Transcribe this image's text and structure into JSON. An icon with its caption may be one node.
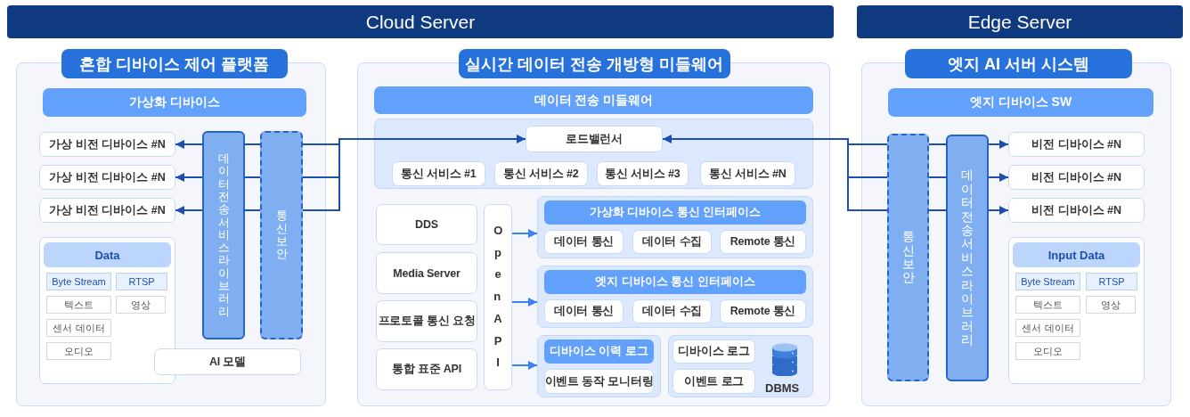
{
  "diagram": {
    "nodes": [
      {
        "text": [
          "Cloud Server"
        ]
      },
      {
        "text": [
          "Edge Server"
        ]
      },
      {
        "text": [
          "혼합 디바이스 제어 플랫폼"
        ]
      },
      {
        "text": [
          "가상화 디바이스"
        ],
        "in": 2
      },
      {
        "text": [
          "가상 비전 디바이스 #N"
        ],
        "in": 2
      },
      {
        "text": [
          "가상 비전 디바이스 #N"
        ],
        "in": 2
      },
      {
        "text": [
          "가상 비전 디바이스 #N"
        ],
        "in": 2
      },
      {
        "text": [
          "데이터전송 서비스 라이브러리"
        ],
        "in": 2
      },
      {
        "text": [
          "통신보안"
        ],
        "in": 2
      },
      {
        "text": [
          "Data"
        ],
        "in": 2
      },
      {
        "text": [
          "Byte Stream"
        ],
        "in": 9
      },
      {
        "text": [
          "RTSP"
        ],
        "in": 9
      },
      {
        "text": [
          "텍스트"
        ],
        "in": 9
      },
      {
        "text": [
          "영상"
        ],
        "in": 9
      },
      {
        "text": [
          "센서 데이터"
        ],
        "in": 9
      },
      {
        "text": [
          "오디오"
        ],
        "in": 9
      },
      {
        "text": [
          "AI 모델"
        ],
        "in": 2
      },
      {
        "text": [
          "실시간 데이터 전송 개방형 미들웨어"
        ]
      },
      {
        "text": [
          "데이터 전송 미들웨어"
        ],
        "in": 17
      },
      {
        "text": [],
        "shape": "box",
        "in": 17
      },
      {
        "text": [
          "로드밸런서"
        ],
        "in": 19
      },
      {
        "text": [
          "통신 서비스 #1"
        ],
        "in": 19
      },
      {
        "text": [
          "통신 서비스 #2"
        ],
        "in": 19
      },
      {
        "text": [
          "통신 서비스 #3"
        ],
        "in": 19
      },
      {
        "text": [
          "통신 서비스 #N"
        ],
        "in": 19
      },
      {
        "text": [
          "DDS"
        ],
        "in": 17
      },
      {
        "text": [
          "Media Server"
        ],
        "in": 17
      },
      {
        "text": [
          "프로토콜 통신 요청"
        ],
        "in": 17
      },
      {
        "text": [
          "통합 표준 API"
        ],
        "in": 17
      },
      {
        "text": [
          "Open API"
        ],
        "in": 17
      },
      {
        "text": [
          "가상화 디바이스 통신 인터페이스"
        ],
        "in": 17
      },
      {
        "text": [
          "데이터 통신"
        ],
        "in": 30
      },
      {
        "text": [
          "데이터 수집"
        ],
        "in": 30
      },
      {
        "text": [
          "Remote 통신"
        ],
        "in": 30
      },
      {
        "text": [
          "엣지 디바이스 통신 인터페이스"
        ],
        "in": 17
      },
      {
        "text": [
          "데이터 통신"
        ],
        "in": 34
      },
      {
        "text": [
          "데이터 수집"
        ],
        "in": 34
      },
      {
        "text": [
          "Remote 통신"
        ],
        "in": 34
      },
      {
        "text": [
          "디바이스 이력 로그"
        ],
        "in": 17
      },
      {
        "text": [
          "이벤트 동작 모니터링"
        ],
        "in": 38
      },
      {
        "text": [
          "DBMS"
        ],
        "in": 17
      },
      {
        "text": [
          "디바이스 로그"
        ],
        "in": 40
      },
      {
        "text": [
          "이벤트 로그"
        ],
        "in": 40
      },
      {
        "text": [
          "엣지 AI 서버 시스템"
        ]
      },
      {
        "text": [
          "엣지 디바이스 SW"
        ],
        "in": 43
      },
      {
        "text": [
          "통신보안"
        ],
        "in": 43
      },
      {
        "text": [
          "데이터전송 서비스 라이브러리"
        ],
        "in": 43
      },
      {
        "text": [
          "비전 디바이스 #N"
        ],
        "in": 43
      },
      {
        "text": [
          "비전 디바이스 #N"
        ],
        "in": 43
      },
      {
        "text": [
          "비전 디바이스 #N"
        ],
        "in": 43
      },
      {
        "text": [
          "Input Data"
        ],
        "in": 43
      },
      {
        "text": [
          "Byte Stream"
        ],
        "in": 50
      },
      {
        "text": [
          "RTSP"
        ],
        "in": 50
      },
      {
        "text": [
          "텍스트"
        ],
        "in": 50
      },
      {
        "text": [
          "영상"
        ],
        "in": 50
      },
      {
        "text": [
          "센서 데이터"
        ],
        "in": 50
      },
      {
        "text": [
          "오디오"
        ],
        "in": 50
      }
    ],
    "edges": [
      {
        "from": 8,
        "to": 20,
        "arrow": "to"
      },
      {
        "from": 7,
        "to": 4,
        "arrow": "to"
      },
      {
        "from": 7,
        "to": 5,
        "arrow": "to"
      },
      {
        "from": 7,
        "to": 6,
        "arrow": "to"
      },
      {
        "from": 8,
        "to": 7,
        "arrow": "none"
      },
      {
        "from": 8,
        "to": 7,
        "arrow": "none"
      },
      {
        "from": 8,
        "to": 7,
        "arrow": "none"
      },
      {
        "from": 45,
        "to": 20,
        "arrow": "to"
      },
      {
        "from": 45,
        "to": 46,
        "arrow": "none"
      },
      {
        "from": 45,
        "to": 46,
        "arrow": "none"
      },
      {
        "from": 45,
        "to": 46,
        "arrow": "none"
      },
      {
        "from": 46,
        "to": 47,
        "arrow": "to"
      },
      {
        "from": 46,
        "to": 48,
        "arrow": "to"
      },
      {
        "from": 46,
        "to": 49,
        "arrow": "to"
      },
      {
        "from": 29,
        "to": 30,
        "arrow": "to",
        "color": "#3b82f6"
      },
      {
        "from": 29,
        "to": 34,
        "arrow": "to",
        "color": "#3b82f6"
      },
      {
        "from": 29,
        "to": 38,
        "arrow": "to",
        "color": "#3b82f6"
      }
    ]
  }
}
